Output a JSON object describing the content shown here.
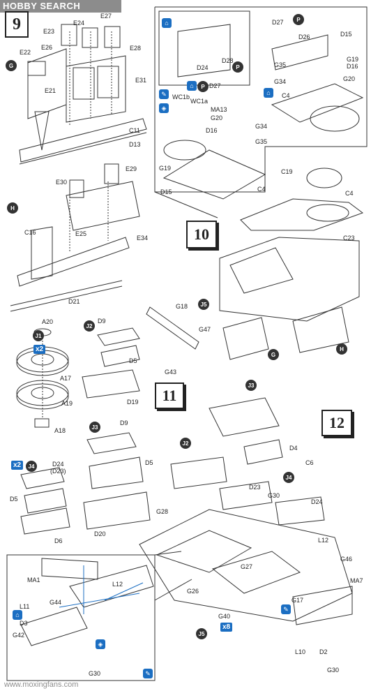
{
  "header": {
    "brand": "HOBBY SEARCH"
  },
  "footer": {
    "watermark": "www.moxingfans.com"
  },
  "steps": {
    "s9": "9",
    "s10": "10",
    "s11": "11",
    "s12": "12"
  },
  "circle_markers": {
    "G": "G",
    "H": "H",
    "P": "P",
    "J1": "J1",
    "J2": "J2",
    "J3": "J3",
    "J4": "J4",
    "J5": "J5"
  },
  "quantities": {
    "x2": "x2",
    "x8": "x8"
  },
  "colors": {
    "glue_blue": "#1b6ec2",
    "line": "#333333"
  },
  "icons": [
    "glue-icon",
    "paint-icon",
    "cement-icon"
  ],
  "labels": {
    "E23": "E23",
    "E24": "E24",
    "E27": "E27",
    "E22": "E22",
    "E26": "E26",
    "E28": "E28",
    "E21": "E21",
    "E31": "E31",
    "C11": "C11",
    "D13": "D13",
    "E29": "E29",
    "E30": "E30",
    "E25": "E25",
    "E34": "E34",
    "C16": "C16",
    "D21": "D21",
    "D27a": "D27",
    "D26": "D26",
    "D15a": "D15",
    "G19a": "G19",
    "D16a": "D16",
    "G35a": "G35",
    "G34a": "G34",
    "G20a": "G20",
    "C4a": "C4",
    "D24a": "D24",
    "D28": "D28",
    "D27b": "D27",
    "WC1b": "WC1b",
    "WC1a": "WC1a",
    "MA13": "MA13",
    "G20b": "G20",
    "D16b": "D16",
    "G34b": "G34",
    "G35b": "G35",
    "G19b": "G19",
    "C4b": "C4",
    "D15b": "D15",
    "C19": "C19",
    "C4c": "C4",
    "C23": "C23",
    "A20": "A20",
    "A17": "A17",
    "A19": "A19",
    "A18": "A18",
    "D9a": "D9",
    "D5a": "D5",
    "D19": "D19",
    "G18": "G18",
    "G47": "G47",
    "G43": "G43",
    "D9b": "D9",
    "D5b": "D5",
    "D20": "D20",
    "D24b": "D24",
    "D23a": "(D23)",
    "D5c": "D5",
    "D6": "D6",
    "D4": "D4",
    "C6": "C6",
    "D23b": "D23",
    "G30a": "G30",
    "D24c": "D24",
    "G28": "G28",
    "L12a": "L12",
    "G46": "G46",
    "MA7": "MA7",
    "G27": "G27",
    "G26": "G26",
    "G40": "G40",
    "G17": "G17",
    "D2": "D2",
    "L10": "L10",
    "G30b": "G30",
    "MA1": "MA1",
    "L12b": "L12",
    "L11": "L11",
    "G44": "G44",
    "D3": "D3",
    "G42": "G42",
    "G30c": "G30"
  }
}
